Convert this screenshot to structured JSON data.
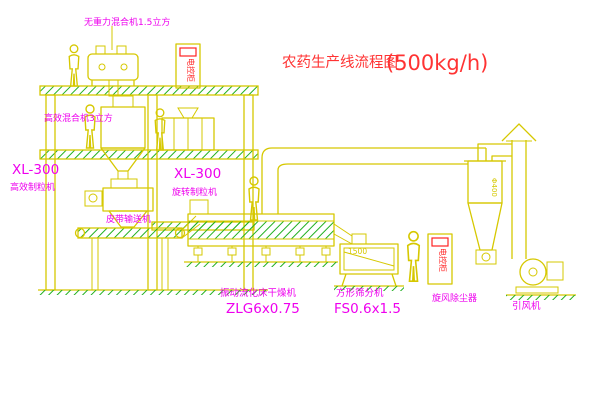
{
  "title": {
    "main": "农药生产线流程图",
    "capacity": "(500kg/h)"
  },
  "labels": {
    "top_mixer": "无重力混合机1.5立方",
    "mixer3": "高效混合机3立方",
    "granulator_left_model": "XL-300",
    "granulator_left_name": "高效制粒机",
    "granulator_mid_model": "XL-300",
    "granulator_mid_name": "旋转制粒机",
    "belt_conveyor": "皮带输送机",
    "dryer_name": "振动流化床干燥机",
    "dryer_model": "ZLG6x0.75",
    "sieve_name": "方形筛分机",
    "sieve_model": "FS0.6x1.5",
    "cyclone_name": "旋风除尘器",
    "fan_name": "引风机",
    "duct_size": "Φ400",
    "sieve_dim": "1500",
    "cabinet1": "电控柜",
    "cabinet2": "电控柜"
  },
  "colors": {
    "line": "#d6c800",
    "hatch": "#22b022",
    "label": "#ee00ee",
    "title": "#ff3333",
    "cabinet_text": "#ff2222",
    "background": "#ffffff"
  }
}
